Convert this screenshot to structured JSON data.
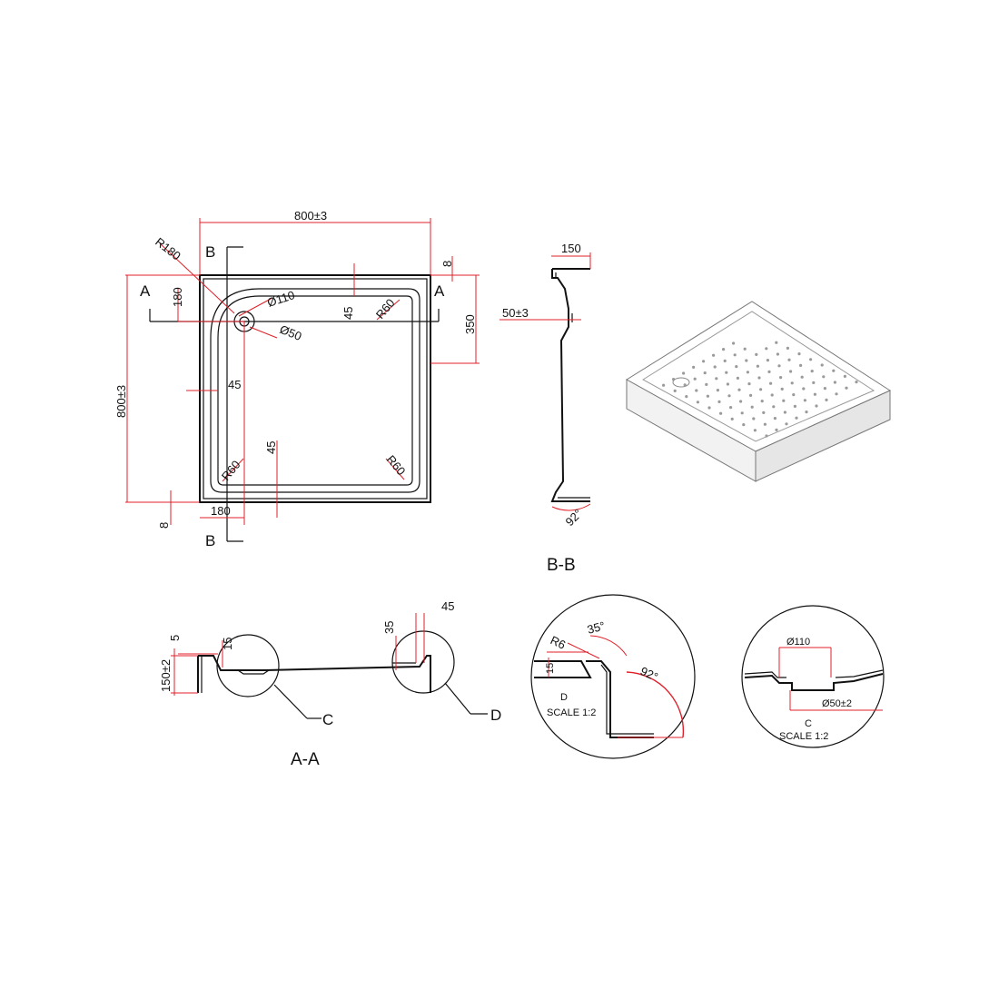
{
  "plan_view": {
    "width_dim": "800±3",
    "height_dim": "800±3",
    "flange_dim": "8",
    "flange_dim_bottom": "8",
    "corner_radius": "R180",
    "drain_outer": "Ø110",
    "drain_inner": "Ø50",
    "drain_offset_x": "180",
    "drain_offset_y": "180",
    "rim_top": "45",
    "rim_left": "45",
    "rim_bottom": "45",
    "inner_radius_tr": "R60",
    "inner_radius_bl": "R60",
    "inner_radius_br": "R60",
    "side_dim": "350",
    "section_a_left": "A",
    "section_a_right": "A",
    "section_b_top": "B",
    "section_b_bottom": "B"
  },
  "section_bb": {
    "title": "B-B",
    "top_dim": "150",
    "height_dim": "50±3",
    "angle": "92°"
  },
  "section_aa": {
    "title": "A-A",
    "depth_dim": "150±2",
    "lip_dim": "5",
    "slope_dim": "15",
    "rim_height": "35",
    "rim_width": "45",
    "callout_c": "C",
    "callout_d": "D"
  },
  "detail_d": {
    "radius": "R6",
    "angle_top": "35°",
    "angle_side": "92°",
    "depth": "15",
    "name": "D",
    "scale": "SCALE  1:2"
  },
  "detail_c": {
    "outer": "Ø110",
    "inner": "Ø50±2",
    "name": "C",
    "scale": "SCALE  1:2"
  }
}
